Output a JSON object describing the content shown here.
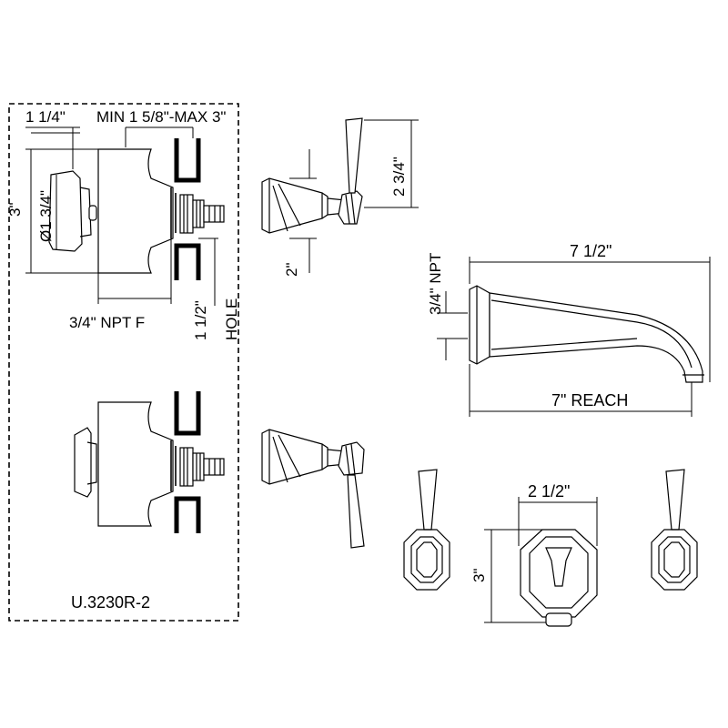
{
  "model": "U.3230R-2",
  "dims": {
    "d_1_1_4": "1 1/4\"",
    "d_min_max": "MIN 1 5/8\"-MAX 3\"",
    "d_3": "3\"",
    "d_dia": "Ø1 3/4\"",
    "d_npt_f": "3/4\" NPT F",
    "d_hole_size": "1 1/2\"",
    "d_hole": "HOLE",
    "d_2_3_4": "2 3/4\"",
    "d_2": "2\"",
    "d_7_1_2": "7 1/2\"",
    "d_npt": "3/4\" NPT",
    "d_reach": "7\" REACH",
    "d_2_1_2": "2 1/2\"",
    "d_3_front": "3\""
  }
}
